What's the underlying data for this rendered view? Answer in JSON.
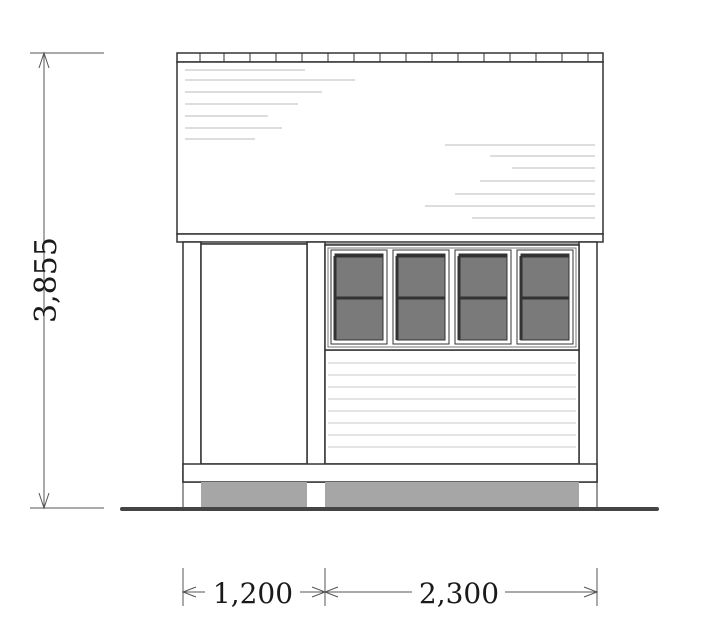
{
  "dimensions": {
    "height": "3,855",
    "width_left": "1,200",
    "width_right": "2,300"
  },
  "colors": {
    "line": "#333333",
    "glass": "#7a7a7a",
    "footing": "#a6a6a6",
    "ground": "#444444",
    "siding": "#c8c8c8"
  }
}
